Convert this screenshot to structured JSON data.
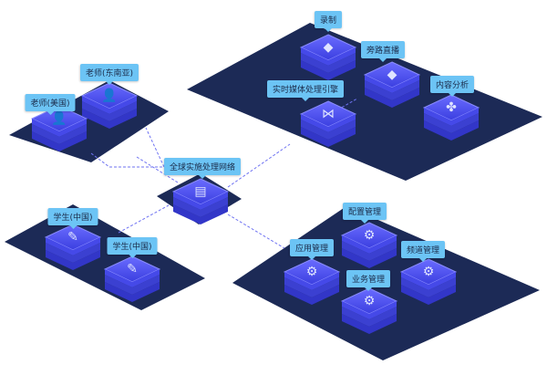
{
  "nodes": {
    "teacher_us": "老师(美国)",
    "teacher_sea": "老师(东南亚)",
    "student_cn_1": "学生(中国)",
    "student_cn_2": "学生(中国)",
    "global_network": "全球实施处理网络",
    "recording": "录制",
    "bypass_live": "旁路直播",
    "realtime_engine": "实时媒体处理引擎",
    "content_analysis": "内容分析",
    "config_mgmt": "配置管理",
    "app_mgmt": "应用管理",
    "channel_mgmt": "频道管理",
    "business_mgmt": "业务管理"
  },
  "colors": {
    "platform": "#1c2a56",
    "tile": "#4b4ff0",
    "label": "#6cc4f5",
    "link": "#6f73f2"
  }
}
